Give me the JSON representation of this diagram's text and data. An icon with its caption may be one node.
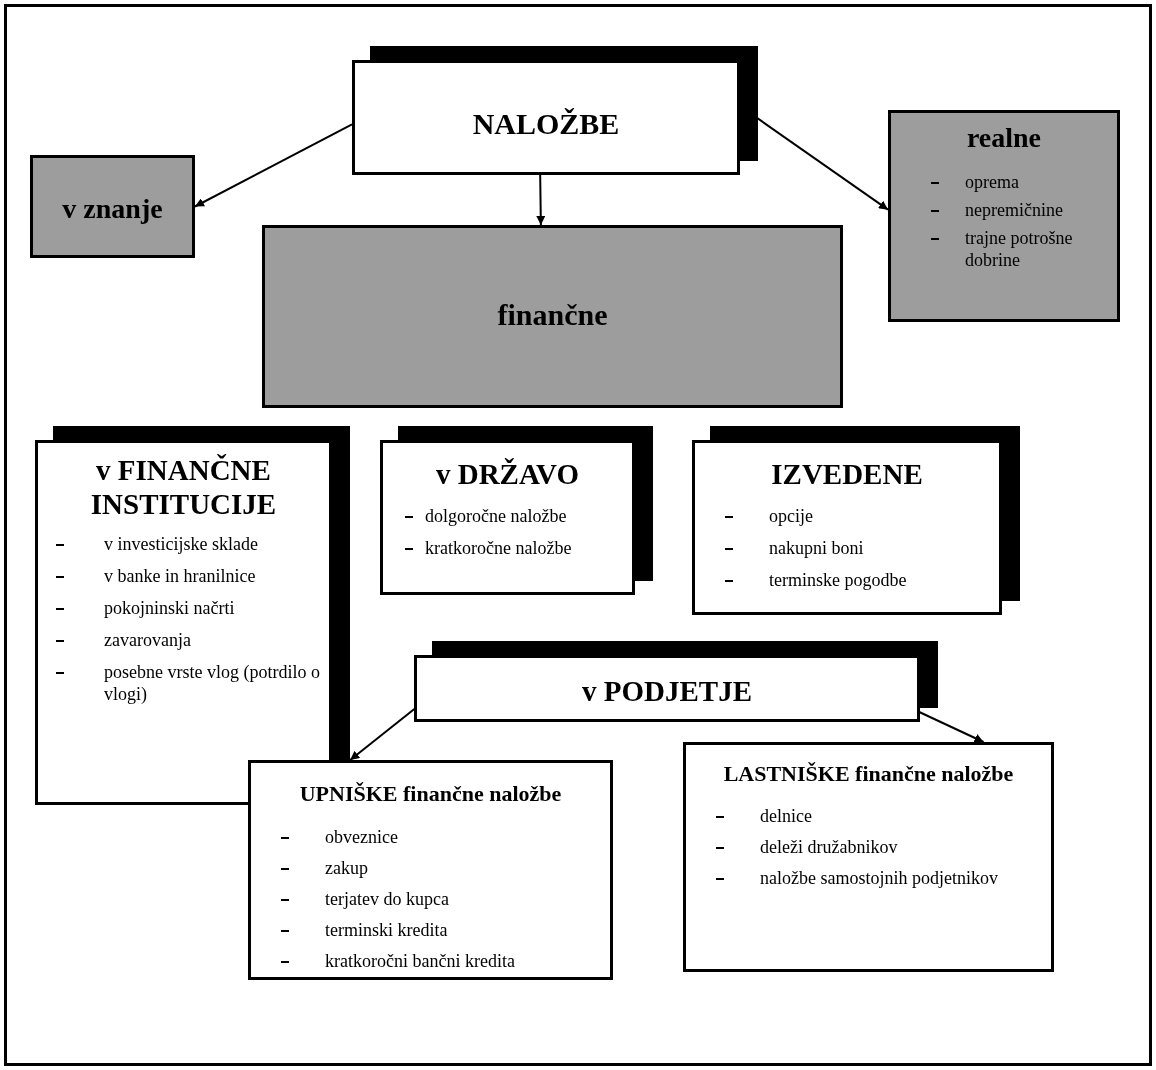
{
  "diagram": {
    "nodes": [
      {
        "text": [
          "NALOŽBE"
        ]
      },
      {
        "text": [
          "v znanje"
        ]
      },
      {
        "text": [
          "finančne"
        ]
      },
      {
        "text": [
          "realne",
          "oprema",
          "nepremičnine",
          "trajne potrošne dobrine"
        ]
      },
      {
        "text": [
          "v **FINANČNE INSTITUCIJE**",
          "v investicijske sklade",
          "v banke in hranilnice",
          "pokojninski načrti",
          "zavarovanja",
          "posebne vrste vlog (potrdilo o vlogi)"
        ]
      },
      {
        "text": [
          "v **DRŽAVO**",
          "dolgoročne naložbe",
          "kratkoročne naložbe"
        ]
      },
      {
        "text": [
          "IZVEDENE",
          "opcije",
          "nakupni boni",
          "terminske pogodbe"
        ]
      },
      {
        "text": [
          "v **PODJETJE**"
        ]
      },
      {
        "text": [
          "UPNIŠKE finančne naložbe",
          "obveznice",
          "zakup",
          "terjatev do kupca",
          "terminski kredita",
          "kratkoročni bančni kredita"
        ]
      },
      {
        "text": [
          "LASTNIŠKE finančne naložbe",
          "delnice",
          "deleži družabnikov",
          "naložbe samostojnih podjetnikov"
        ]
      }
    ],
    "edges": [
      {
        "from": 0,
        "to": 1,
        "arrow": "to"
      },
      {
        "from": 0,
        "to": 2,
        "arrow": "to"
      },
      {
        "from": 0,
        "to": 3,
        "arrow": "to"
      },
      {
        "from": 7,
        "to": 8,
        "arrow": "to"
      },
      {
        "from": 7,
        "to": 9,
        "arrow": "to"
      }
    ]
  }
}
